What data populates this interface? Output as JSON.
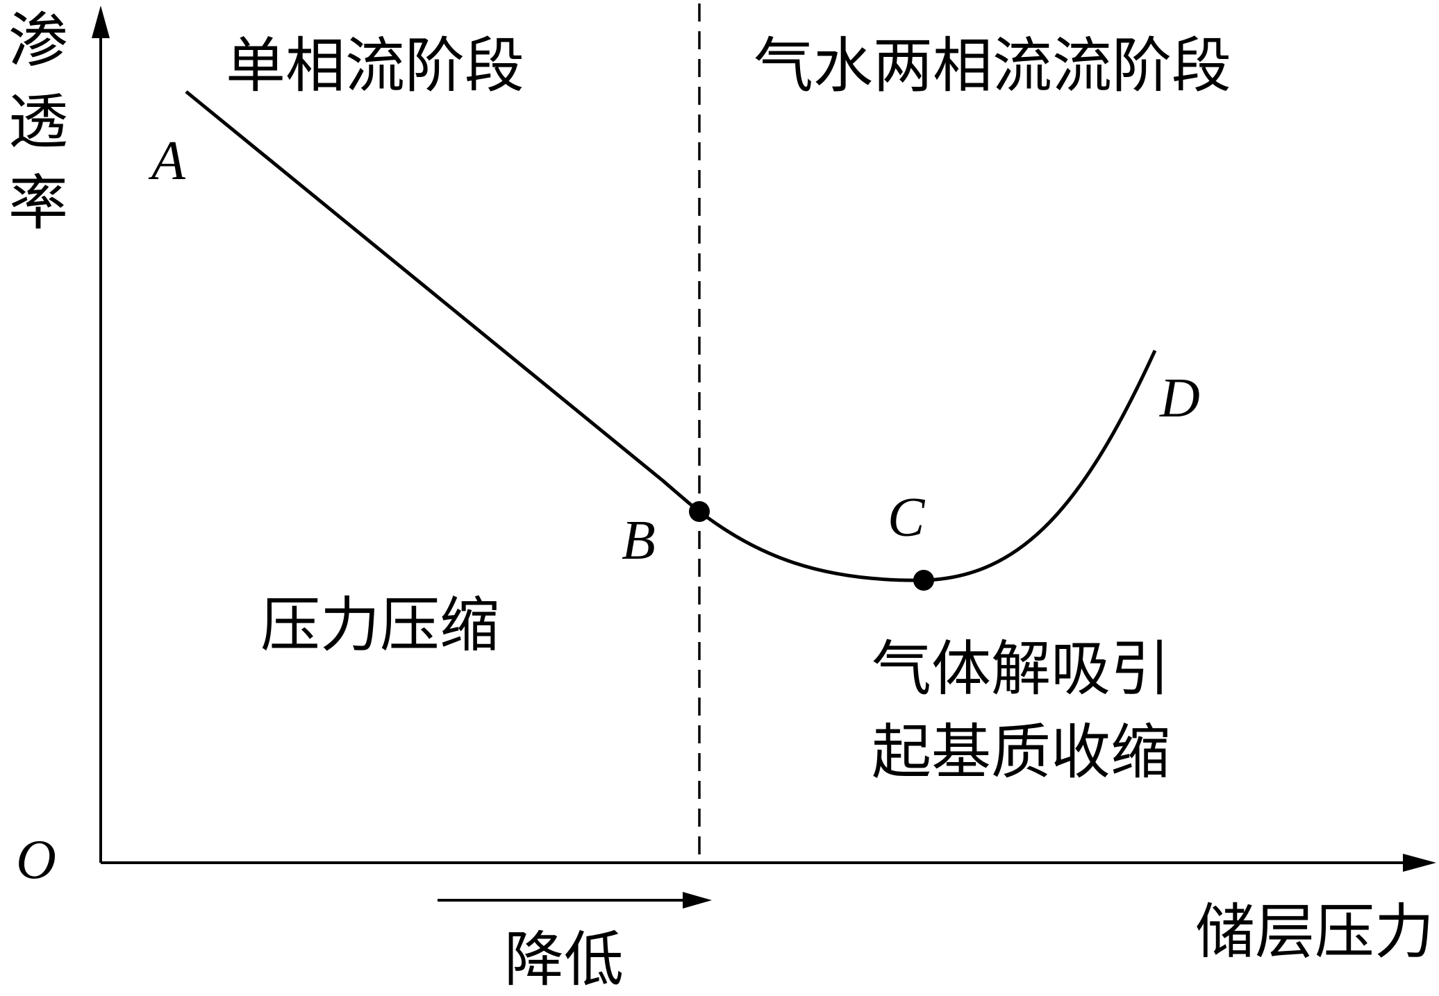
{
  "axes": {
    "y_label_chars": [
      "渗",
      "透",
      "率"
    ],
    "x_label": "储层压力",
    "origin": "O"
  },
  "regions": {
    "left_title": "单相流阶段",
    "right_title": "气水两相流流阶段"
  },
  "points": {
    "a": "A",
    "b": "B",
    "c": "C",
    "d": "D"
  },
  "annotations": {
    "left_mechanism": "压力压缩",
    "right_mechanism_line1": "气体解吸引",
    "right_mechanism_line2": "起基质收缩",
    "direction": "降低"
  },
  "colors": {
    "ink": "#000000",
    "background": "#ffffff"
  }
}
